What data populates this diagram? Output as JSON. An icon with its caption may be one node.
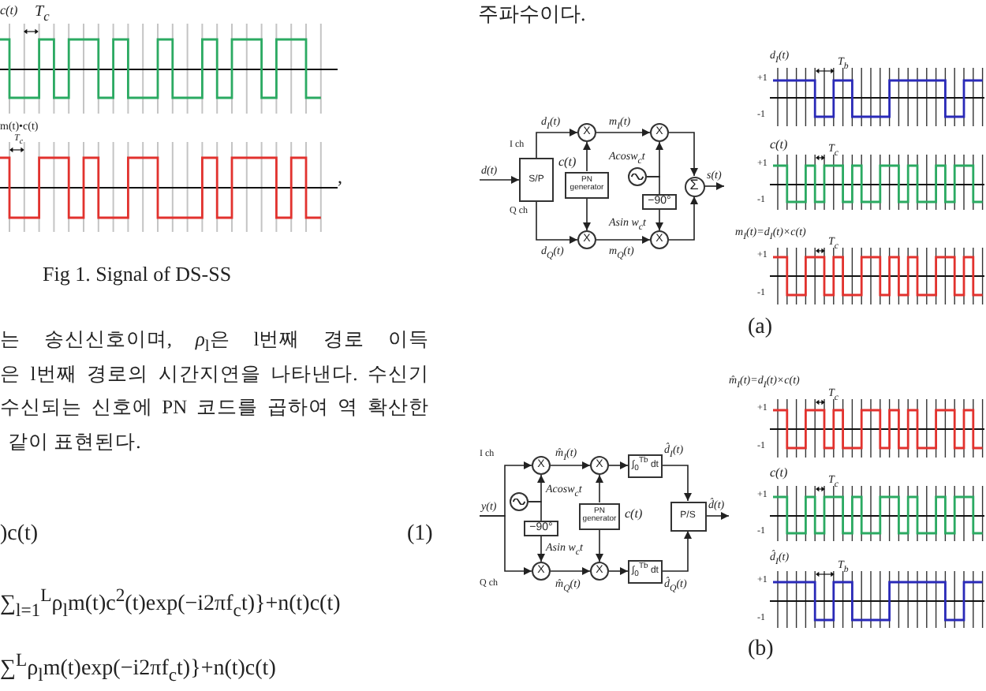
{
  "diagram": {
    "nodes": [
      {
        "text": [
          "S/P"
        ]
      },
      {
        "text": [
          "X"
        ]
      },
      {
        "text": [
          "PN generator"
        ],
        "beside": [
          "c(t)"
        ]
      },
      {
        "text": [
          "X"
        ]
      },
      {
        "text": [
          "X"
        ]
      },
      {
        "text": [],
        "shape": "circle"
      },
      {
        "text": [
          "−90°"
        ]
      },
      {
        "text": [
          "X"
        ]
      },
      {
        "text": [
          "Σ"
        ]
      },
      {
        "text": [
          "X"
        ]
      },
      {
        "text": [],
        "shape": "circle"
      },
      {
        "text": [
          "−90°"
        ]
      },
      {
        "text": [
          "X"
        ]
      },
      {
        "text": [
          "X"
        ]
      },
      {
        "text": [
          "PN generator"
        ],
        "beside": [
          "c(t)"
        ]
      },
      {
        "text": [
          "X"
        ]
      },
      {
        "text": [
          "∫$_{0}$$^{Tb}$ dt"
        ]
      },
      {
        "text": [
          "∫$_{0}$$^{Tb}$ dt"
        ]
      },
      {
        "text": [
          "P/S"
        ]
      }
    ],
    "edges": [
      {
        "from": null,
        "to": 0,
        "arrow": "to",
        "label": "d(t)"
      },
      {
        "from": 0,
        "to": 1,
        "arrow": "to",
        "label": "d$_{I}$(t)"
      },
      {
        "from": 0,
        "to": 3,
        "arrow": "to",
        "label": "d$_{Q}$(t)"
      },
      {
        "from": 2,
        "to": 1,
        "arrow": "to"
      },
      {
        "from": 2,
        "to": 3,
        "arrow": "to"
      },
      {
        "from": 1,
        "to": 4,
        "arrow": "to",
        "label": "m$_{I}$(t)"
      },
      {
        "from": 3,
        "to": 7,
        "arrow": "to",
        "label": "m$_{Q}$(t)"
      },
      {
        "from": 5,
        "to": 4,
        "arrow": "to",
        "label": "Acosw$_{c}$t"
      },
      {
        "from": 5,
        "to": 6,
        "arrow": "none"
      },
      {
        "from": 6,
        "to": 7,
        "arrow": "to",
        "label": "Asin w$_{c}$t"
      },
      {
        "from": 4,
        "to": 8,
        "arrow": "to"
      },
      {
        "from": 7,
        "to": 8,
        "arrow": "to"
      },
      {
        "from": 8,
        "to": null,
        "arrow": "to",
        "label": "s(t)"
      },
      {
        "from": null,
        "to": 9,
        "arrow": "to",
        "label": "y(t)"
      },
      {
        "from": null,
        "to": 12,
        "arrow": "to"
      },
      {
        "from": 10,
        "to": 9,
        "arrow": "to",
        "label": "Acosw$_{c}$t"
      },
      {
        "from": 10,
        "to": 11,
        "arrow": "none"
      },
      {
        "from": 11,
        "to": 12,
        "arrow": "to",
        "label": "Asin w$_{c}$t"
      },
      {
        "from": 9,
        "to": 13,
        "arrow": "to",
        "label": "m̂$_{I}$(t)"
      },
      {
        "from": 12,
        "to": 15,
        "arrow": "to",
        "label": "m̂$_{Q}$(t)"
      },
      {
        "from": 14,
        "to": 13,
        "arrow": "to"
      },
      {
        "from": 14,
        "to": 15,
        "arrow": "to"
      },
      {
        "from": 13,
        "to": 16,
        "arrow": "to"
      },
      {
        "from": 15,
        "to": 17,
        "arrow": "to"
      },
      {
        "from": 16,
        "to": 18,
        "arrow": "to",
        "label": "d̂$_{I}$(t)"
      },
      {
        "from": 17,
        "to": 18,
        "arrow": "to",
        "label": "d̂$_{Q}$(t)"
      },
      {
        "from": 18,
        "to": null,
        "arrow": "to",
        "label": "d̂(t)"
      }
    ],
    "labels": [
      "c(t)",
      "T$_{c}$",
      "m(t)•c(t)",
      "T$_{c}$",
      ",",
      "Fig 1. Signal of DS-SS",
      "는 송신신호이며, *ρ*$_{l}$은 l번째 경로 이득",
      "은 l번째 경로의 시간지연을 나타낸다. 수신기",
      "수신되는 신호에 PN 코드를 곱하여 역 확산한",
      "같이 표현된다.",
      ")c(t)",
      "(1)",
      "∑$_{l=1}$$^{L}$ρ$_{l}$m(t)c$^{2}$(t)exp(−i2πf$_{c}$t)}+n(t)c(t)",
      "∑$^{L}$ρ$_{l}$m(t)exp(−i2πf$_{c}$t)}+n(t)c(t)",
      "주파수이다.",
      "I ch",
      "Q ch",
      "d$_{I}$(t)",
      "T$_{b}$",
      "+1",
      "-1",
      "c(t)",
      "T$_{c}$",
      "+1",
      "-1",
      "m$_{I}$(t)=d$_{I}$(t)×c(t)",
      "T$_{c}$",
      "+1",
      "-1",
      "(a)",
      "I ch",
      "Q ch",
      "m̂$_{I}$(t)=d$_{I}$(t)×c(t)",
      "T$_{c}$",
      "+1",
      "-1",
      "c(t)",
      "T$_{c}$",
      "+1",
      "-1",
      "d̂$_{I}$(t)",
      "T$_{b}$",
      "+1",
      "-1",
      "(b)"
    ]
  }
}
